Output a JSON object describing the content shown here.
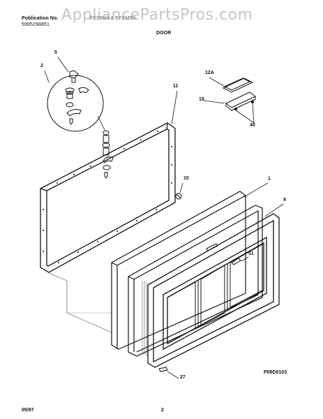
{
  "header": {
    "publication_label": "Publication No.",
    "publication_number": "5995298851",
    "model_line": "FC05M4 & EFCM5N",
    "section_title": "DOOR"
  },
  "watermark": "AppliancePartsPros.com",
  "callouts": {
    "c5": "5",
    "c2": "2",
    "c11": "11",
    "c12a": "12A",
    "c18": "18",
    "c40": "40",
    "c10": "10",
    "c1": "1",
    "c9": "9",
    "c51": "51",
    "c27": "27"
  },
  "drawing_code": "P08D0103",
  "footer": {
    "date": "05/97",
    "page": "2"
  }
}
